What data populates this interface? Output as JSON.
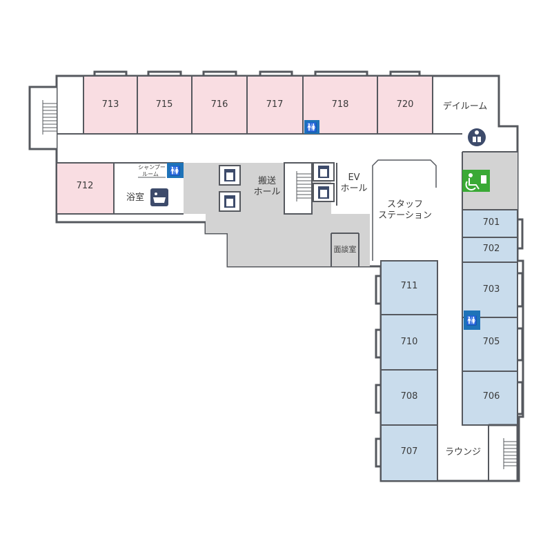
{
  "rooms_pink": [
    {
      "id": "713",
      "label": "713"
    },
    {
      "id": "715",
      "label": "715"
    },
    {
      "id": "716",
      "label": "716"
    },
    {
      "id": "717",
      "label": "717"
    },
    {
      "id": "718",
      "label": "718"
    },
    {
      "id": "720",
      "label": "720"
    },
    {
      "id": "712",
      "label": "712"
    }
  ],
  "rooms_blue": [
    {
      "id": "701",
      "label": "701"
    },
    {
      "id": "702",
      "label": "702"
    },
    {
      "id": "703",
      "label": "703"
    },
    {
      "id": "705",
      "label": "705"
    },
    {
      "id": "706",
      "label": "706"
    },
    {
      "id": "711",
      "label": "711"
    },
    {
      "id": "710",
      "label": "710"
    },
    {
      "id": "708",
      "label": "708"
    },
    {
      "id": "707",
      "label": "707"
    }
  ],
  "areas": {
    "day_room": "デイルーム",
    "shampoo_room_line1": "シャンプー",
    "shampoo_room_line2": "ルーム",
    "bath": "浴室",
    "transport_hall_line1": "搬送",
    "transport_hall_line2": "ホール",
    "ev_hall_line1": "EV",
    "ev_hall_line2": "ホール",
    "staff_station_line1": "スタッフ",
    "staff_station_line2": "ステーション",
    "interview_room": "面談室",
    "lounge": "ラウンジ"
  },
  "colors": {
    "pink_room": "#f9dde2",
    "blue_room": "#c9dcec",
    "gray_area": "#d3d3d3",
    "wall": "#55585e",
    "restroom_blue": "#1e73b8",
    "accessible_green": "#3aa935",
    "icon_navy": "#3d4b6b"
  },
  "icons": [
    "restroom-icon",
    "elevator-icon",
    "bathtub-icon",
    "accessible-restroom-icon",
    "pharmacy-icon",
    "stairs-icon"
  ]
}
